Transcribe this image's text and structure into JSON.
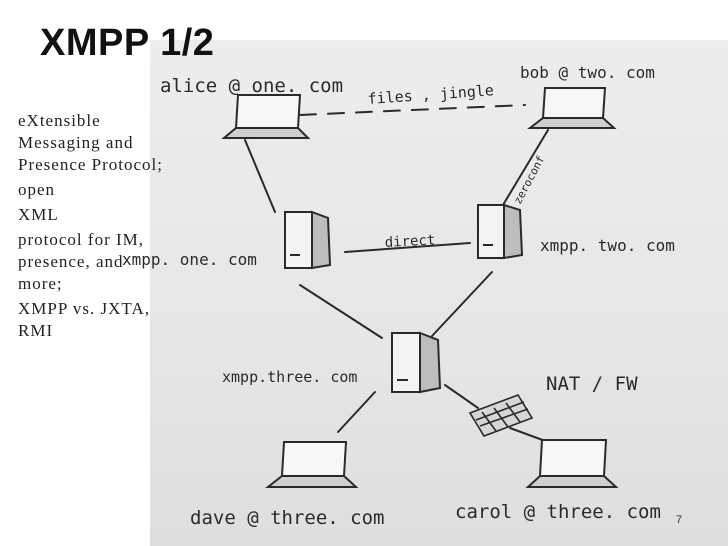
{
  "slide": {
    "title": "XMPP 1/2",
    "page_number": "7",
    "bullets": [
      "eXtensible Messaging and Presence Protocol;",
      "open",
      "XML",
      "protocol for IM, presence, and more;",
      "XMPP vs. JXTA, RMI"
    ]
  },
  "diagram": {
    "labels": {
      "alice": "alice @ one. com",
      "bob": "bob @ two. com",
      "files_jingle": "files , jingle",
      "zeroconf": "zeroconf",
      "direct": "direct",
      "xmpp_one": "xmpp. one. com",
      "xmpp_two": "xmpp. two. com",
      "xmpp_three": "xmpp.three. com",
      "nat_fw": "NAT / FW",
      "dave": "dave @ three. com",
      "carol": "carol @ three. com"
    },
    "icons": [
      "alice-laptop-icon",
      "bob-laptop-icon",
      "server-one-icon",
      "server-two-icon",
      "server-three-icon",
      "firewall-icon",
      "dave-laptop-icon",
      "carol-laptop-icon"
    ]
  }
}
